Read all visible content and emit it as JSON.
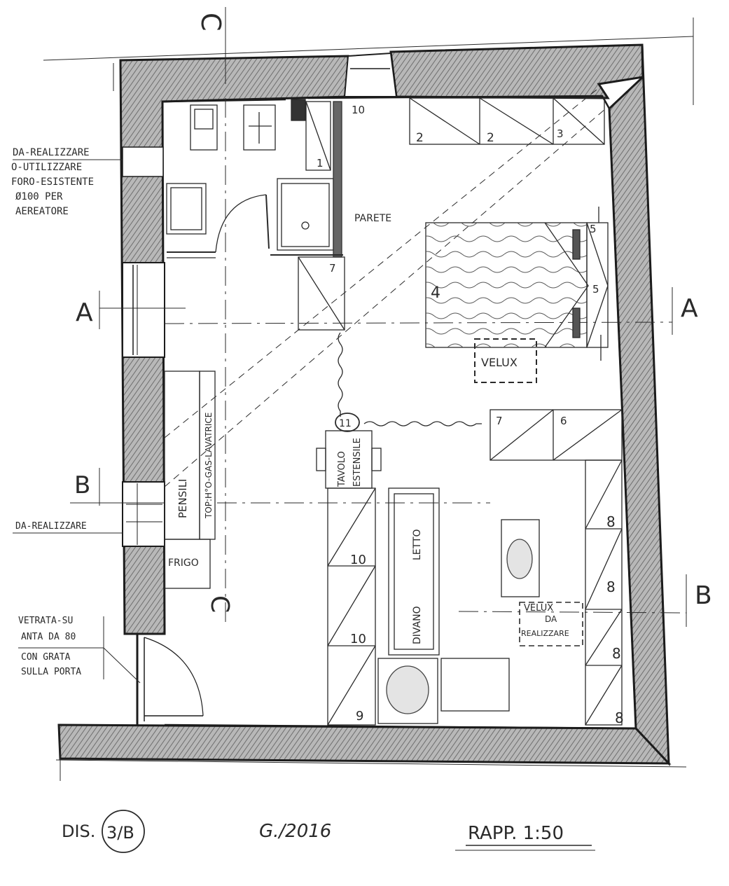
{
  "colors": {
    "ink": "#2a2a2a",
    "wall_fill": "#9a9a9a",
    "paper": "#ffffff"
  },
  "sections": {
    "c_top": "C",
    "c_bottom": "C",
    "a_left": "A",
    "a_right": "A",
    "b_left": "B",
    "b_right": "B"
  },
  "left_notes": {
    "aerator_line1": "DA-REALIZZARE",
    "aerator_line2": "O-UTILIZZARE",
    "aerator_line3": "FORO-ESISTENTE",
    "aerator_line4": "Ø100 PER",
    "aerator_line5": "AEREATORE",
    "window_note": "DA-REALIZZARE",
    "door_line1": "VETRATA-SU",
    "door_line2": "ANTA DA 80",
    "door_line3": "CON GRATA",
    "door_line4": "SULLA PORTA"
  },
  "rooms": {
    "parete": "PARETE",
    "dim_10": "10",
    "velux_1": "VELUX",
    "velux_2_line1": "VELUX",
    "velux_2_line2": "DA",
    "velux_2_line3": "REALIZZARE",
    "pensili": "PENSILI",
    "top": "TOP:H°O-GAS-LAVATRICE",
    "frigo": "FRIGO",
    "tavolo_line1": "TAVOLO",
    "tavolo_line2": "ESTENSILE",
    "divano": "DIVANO",
    "letto": "LETTO"
  },
  "item_numbers": {
    "n1": "1",
    "n2a": "2",
    "n2b": "2",
    "n3": "3",
    "n4": "4",
    "n5a": "5",
    "n5b": "5",
    "n6": "6",
    "n7a": "7",
    "n7b": "7",
    "n8a": "8",
    "n8b": "8",
    "n8c": "8",
    "n8d": "8",
    "n9": "9",
    "n10a": "10",
    "n10b": "10",
    "n11": "11"
  },
  "footer": {
    "drawing_prefix": "DIS.",
    "drawing_number": "3/B",
    "date": "G./2016",
    "scale": "RAPP.   1:50"
  }
}
